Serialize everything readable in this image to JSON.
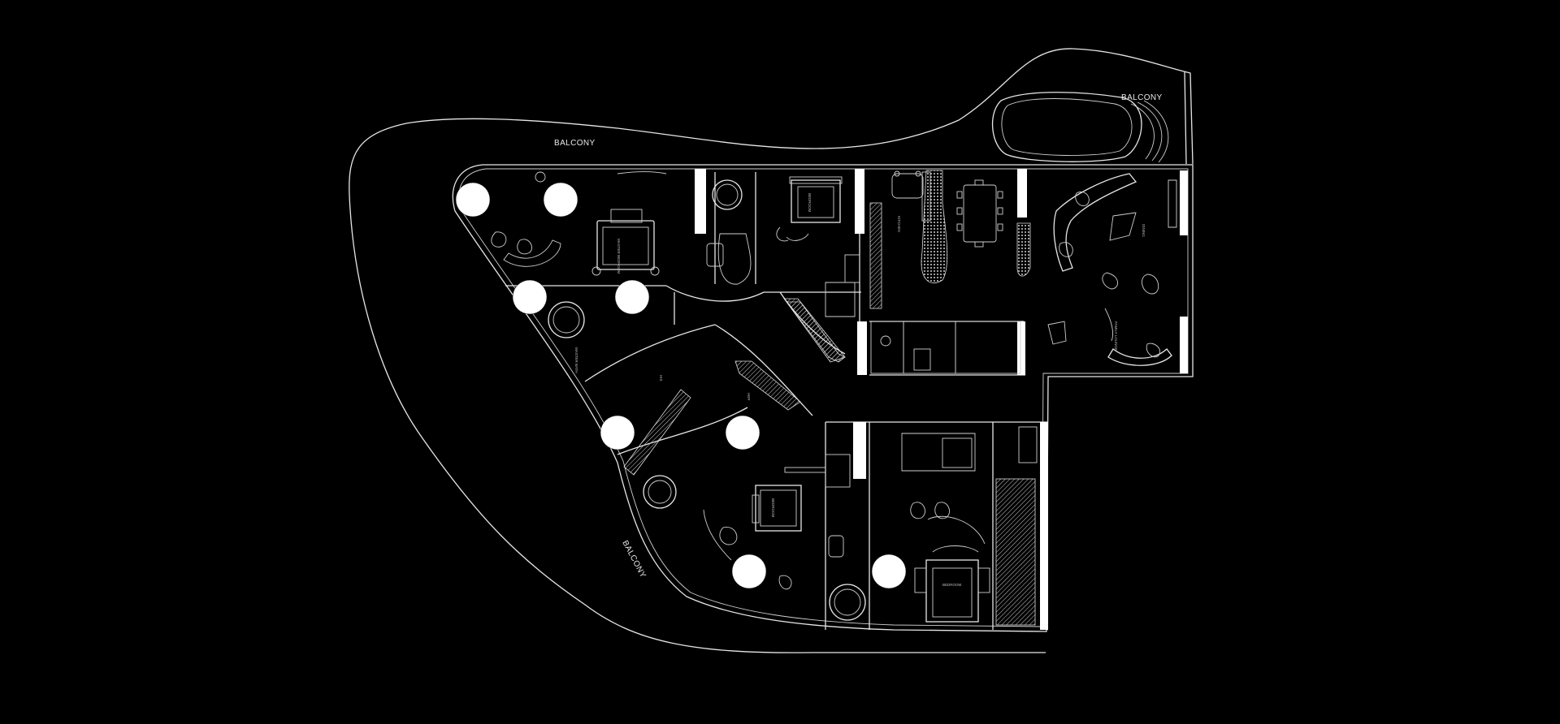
{
  "labels": {
    "balcony_top": "BALCONY",
    "balcony_right": "BALCONY",
    "balcony_bottom": "BALCONY"
  },
  "colors": {
    "background": "#000000",
    "linework": "#e6e6e6",
    "columns": "#ffffff"
  }
}
